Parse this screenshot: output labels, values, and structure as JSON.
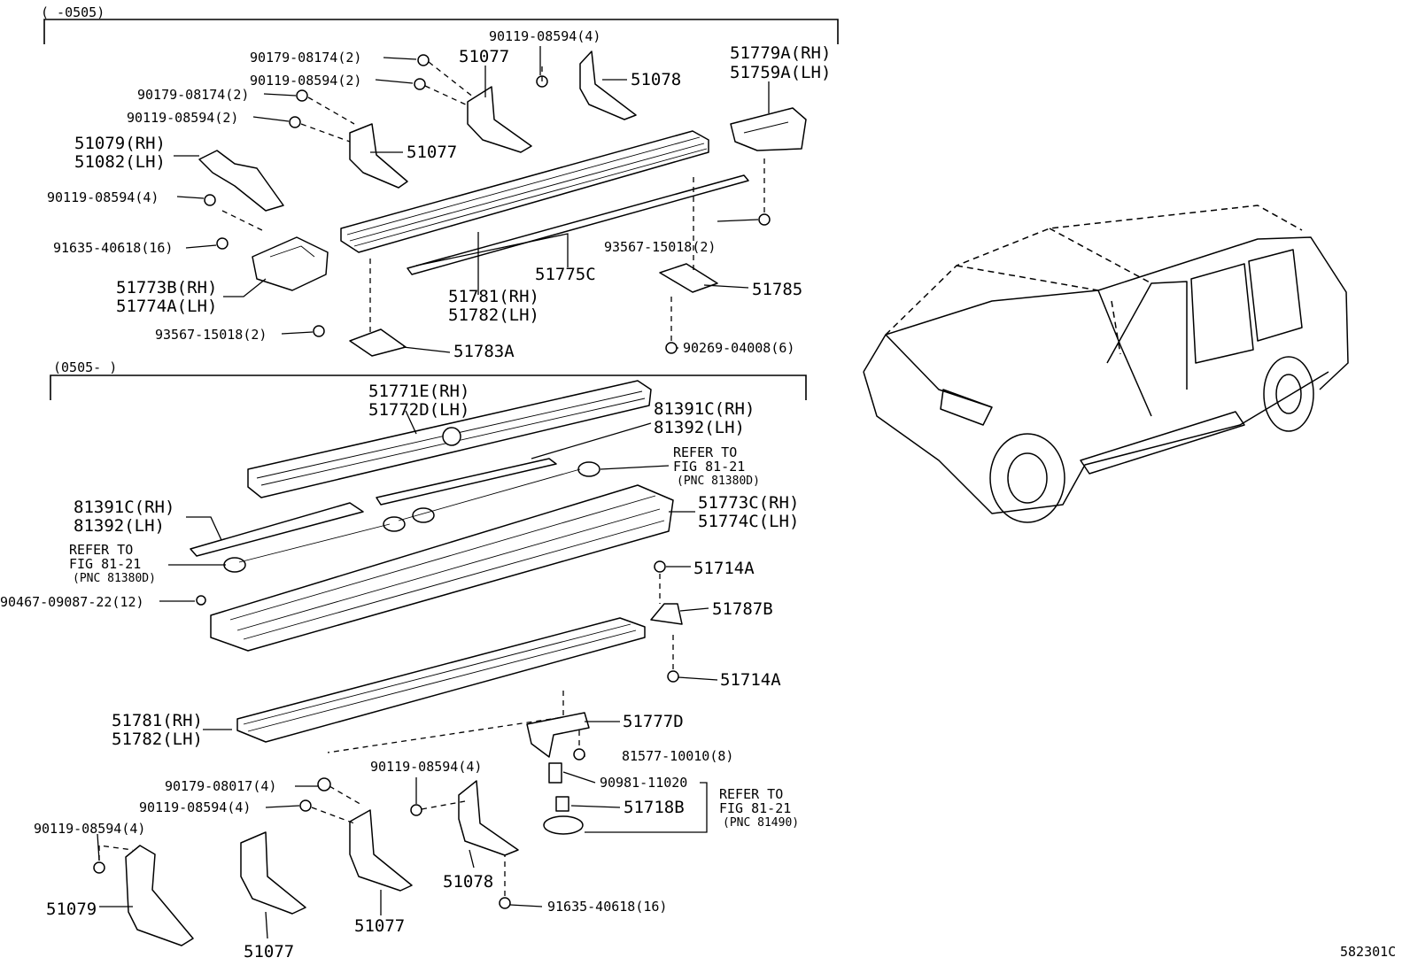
{
  "sections": {
    "upper_range": "(    -0505)",
    "lower_range": "(0505-    )"
  },
  "labels": {
    "u_90179_a": "90179-08174(2)",
    "u_90119_a": "90119-08594(2)",
    "u_90179_b": "90179-08174(2)",
    "u_90119_b": "90119-08594(2)",
    "u_90119_top": "90119-08594(4)",
    "u_51077_top": "51077",
    "u_51078": "51078",
    "u_51779a": "51779A(RH)",
    "u_51759a": "51759A(LH)",
    "u_51077_mid": "51077",
    "u_51079": "51079(RH)",
    "u_51082": "51082(LH)",
    "u_90119_c": "90119-08594(4)",
    "u_91635": "91635-40618(16)",
    "u_93567_r": "93567-15018(2)",
    "u_51775c": "51775C",
    "u_51785": "51785",
    "u_51773b": "51773B(RH)",
    "u_51774a": "51774A(LH)",
    "u_51781": "51781(RH)",
    "u_51782": "51782(LH)",
    "u_93567_l": "93567-15018(2)",
    "u_51783a": "51783A",
    "u_90269": "90269-04008(6)",
    "l_51771e": "51771E(RH)",
    "l_51772d": "51772D(LH)",
    "l_81391c_r": "81391C(RH)",
    "l_81392_r": "81392(LH)",
    "l_refer_r1": "REFER TO",
    "l_refer_r2": "FIG 81-21",
    "l_refer_r3": "(PNC 81380D)",
    "l_81391c_l": "81391C(RH)",
    "l_81392_l": "81392(LH)",
    "l_51773c": "51773C(RH)",
    "l_51774c": "51774C(LH)",
    "l_refer_l1": "REFER TO",
    "l_refer_l2": "FIG 81-21",
    "l_refer_l3": "(PNC 81380D)",
    "l_51714a_a": "51714A",
    "l_90467": "90467-09087-22(12)",
    "l_51787b": "51787B",
    "l_51714a_b": "51714A",
    "l_51781": "51781(RH)",
    "l_51782": "51782(LH)",
    "l_51777d": "51777D",
    "l_81577": "81577-10010(8)",
    "l_90179": "90179-08017(4)",
    "l_90119_mid": "90119-08594(4)",
    "l_90119_left": "90119-08594(4)",
    "l_90119_top": "90119-08594(4)",
    "l_90981": "90981-11020",
    "l_51718b": "51718B",
    "l_refer_b1": "REFER TO",
    "l_refer_b2": "FIG 81-21",
    "l_refer_b3": "(PNC 81490)",
    "l_51078": "51078",
    "l_91635": "91635-40618(16)",
    "l_51079": "51079",
    "l_51077_a": "51077",
    "l_51077_b": "51077",
    "fig_code": "582301C"
  }
}
